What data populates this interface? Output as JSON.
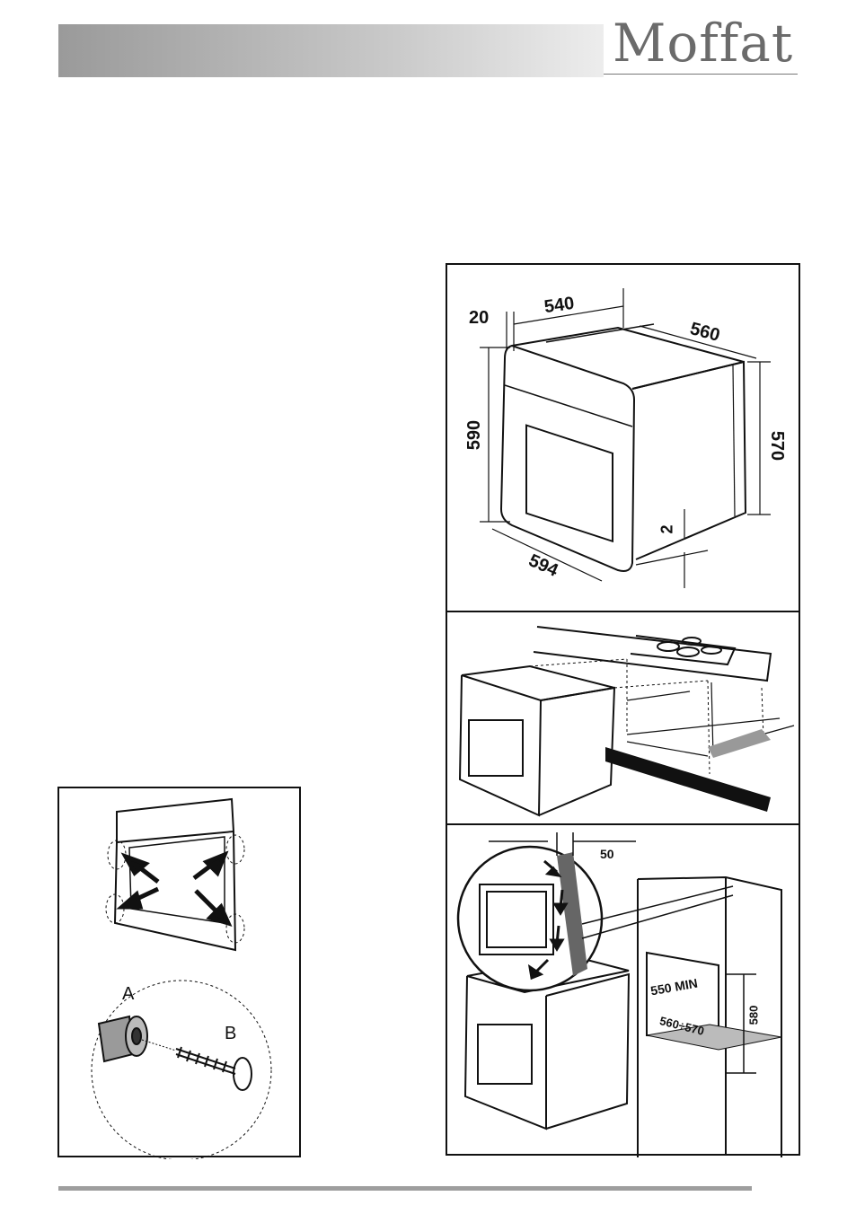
{
  "brand": {
    "name": "Moffat",
    "logo_text": "Moffat"
  },
  "figure_dimensions": {
    "labels": [
      "20",
      "540",
      "560",
      "590",
      "570",
      "2",
      "594"
    ]
  },
  "figure_recess": {
    "labels": [
      "50",
      "550 MIN",
      "580",
      "560÷570"
    ]
  },
  "figure_fixing": {
    "labels": [
      "A",
      "B"
    ]
  }
}
